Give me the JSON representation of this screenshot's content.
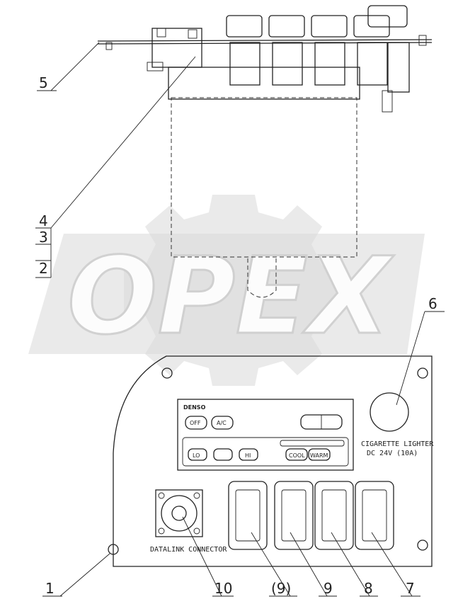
{
  "watermark": {
    "text": "OPEX"
  },
  "panel": {
    "brand": "DENSO",
    "buttons": {
      "off": "OFF",
      "ac": "A/C",
      "lo": "LO",
      "hi": "HI",
      "cool": "COOL",
      "warm": "WARM"
    },
    "lighter_label_line1": "CIGARETTE LIGHTER",
    "lighter_label_line2": "DC 24V (10A)",
    "connector_label": "DATALINK CONNECTOR"
  },
  "callouts": {
    "c1": "1",
    "c2": "2",
    "c3": "3",
    "c4": "4",
    "c5": "5",
    "c6": "6",
    "c7": "7",
    "c8": "8",
    "c9": "9",
    "c9b": "(9)",
    "c10": "10"
  }
}
